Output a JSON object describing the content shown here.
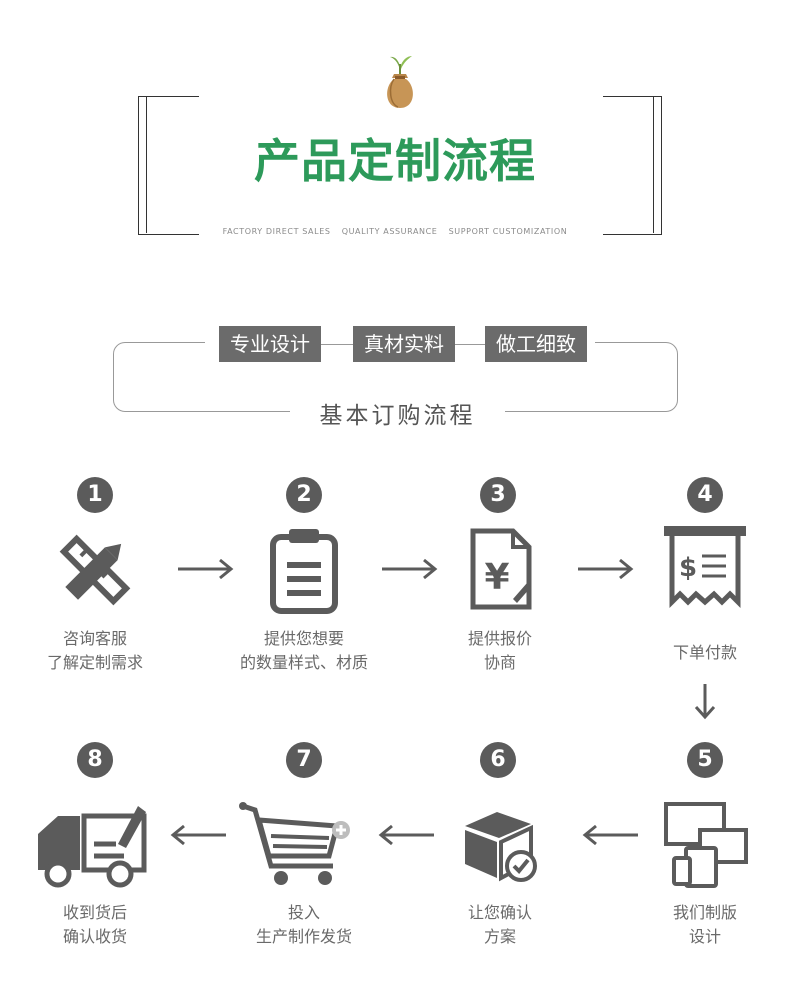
{
  "header": {
    "title": "产品定制流程",
    "tagline_items": [
      "FACTORY DIRECT SALES",
      "QUALITY ASSURANCE",
      "SUPPORT CUSTOMIZATION"
    ]
  },
  "badges": [
    "专业设计",
    "真材实料",
    "做工细致"
  ],
  "process_title": "基本订购流程",
  "steps": [
    {
      "num": "1",
      "line1": "咨询客服",
      "line2": "了解定制需求",
      "icon": "ruler-pencil-icon"
    },
    {
      "num": "2",
      "line1": "提供您想要",
      "line2": "的数量样式、材质",
      "icon": "clipboard-icon"
    },
    {
      "num": "3",
      "line1": "提供报价",
      "line2": "协商",
      "icon": "yen-document-icon"
    },
    {
      "num": "4",
      "line1": "下单付款",
      "line2": "",
      "icon": "receipt-icon"
    },
    {
      "num": "5",
      "line1": "我们制版",
      "line2": "设计",
      "icon": "devices-icon"
    },
    {
      "num": "6",
      "line1": "让您确认",
      "line2": "方案",
      "icon": "box-check-icon"
    },
    {
      "num": "7",
      "line1": "投入",
      "line2": "生产制作发货",
      "icon": "shopping-cart-icon"
    },
    {
      "num": "8",
      "line1": "收到货后",
      "line2": "确认收货",
      "icon": "delivery-truck-icon"
    }
  ],
  "colors": {
    "title_green": "#2d9a5a",
    "badge_gray": "#6b6b6b",
    "icon_gray": "#5b5b5b"
  }
}
